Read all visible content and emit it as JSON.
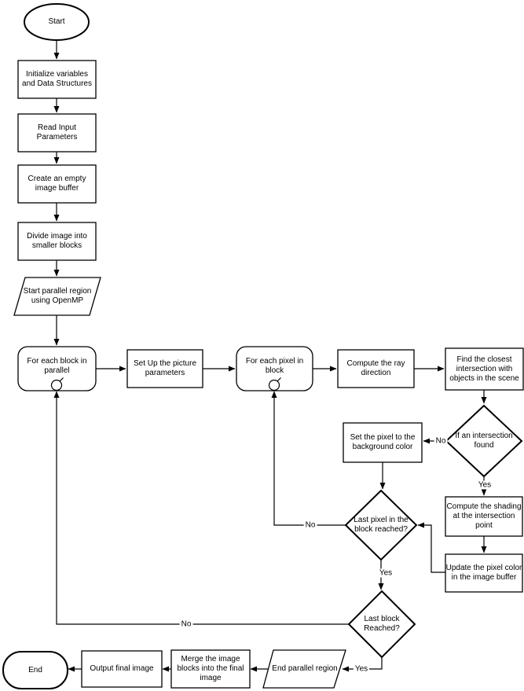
{
  "nodes": {
    "start": {
      "label": "Start",
      "shape": "terminator"
    },
    "init": {
      "label": "Initialize variables\nand Data Structures",
      "shape": "process"
    },
    "read": {
      "label": "Read Input\nParameters",
      "shape": "process"
    },
    "create": {
      "label": "Create an empty\nimage buffer",
      "shape": "process"
    },
    "divide": {
      "label": "Divide image into\nsmaller blocks",
      "shape": "process"
    },
    "start_parallel": {
      "label": "Start parallel region\nusing OpenMP",
      "shape": "parallelogram"
    },
    "for_each_block": {
      "label": "For each block in\nparallel",
      "shape": "loop"
    },
    "setup": {
      "label": "Set Up the picture\nparameters",
      "shape": "process"
    },
    "for_each_pixel": {
      "label": "For each pixel in\nblock",
      "shape": "loop"
    },
    "ray": {
      "label": "Compute the ray\ndirection",
      "shape": "process"
    },
    "find": {
      "label": "Find the closest\nintersection with\nobjects in the scene",
      "shape": "process"
    },
    "if_intersection": {
      "label": "If an intersection\nfound",
      "shape": "decision"
    },
    "set_pixel": {
      "label": "Set the pixel to the\nbackground color",
      "shape": "process"
    },
    "shading": {
      "label": "Compute the shading\nat the intersection\npoint",
      "shape": "process"
    },
    "update": {
      "label": "Update the pixel color\nin the image buffer",
      "shape": "process"
    },
    "last_pixel": {
      "label": "Last pixel in the\nblock reached?",
      "shape": "decision"
    },
    "last_block": {
      "label": "Last block\nReached?",
      "shape": "decision"
    },
    "end_parallel": {
      "label": "End parallel region",
      "shape": "parallelogram"
    },
    "merge": {
      "label": "Merge the image\nblocks into the final\nimage",
      "shape": "process"
    },
    "output": {
      "label": "Output final image",
      "shape": "process"
    },
    "end": {
      "label": "End",
      "shape": "terminator"
    }
  },
  "edge_labels": {
    "if_intersection_no": "No",
    "if_intersection_yes": "Yes",
    "last_pixel_no": "No",
    "last_pixel_yes": "Yes",
    "last_block_no": "No",
    "last_block_yes": "Yes"
  },
  "colors": {
    "stroke": "#000000",
    "fill": "#ffffff",
    "text": "#000000",
    "canvas": "#ffffff"
  }
}
